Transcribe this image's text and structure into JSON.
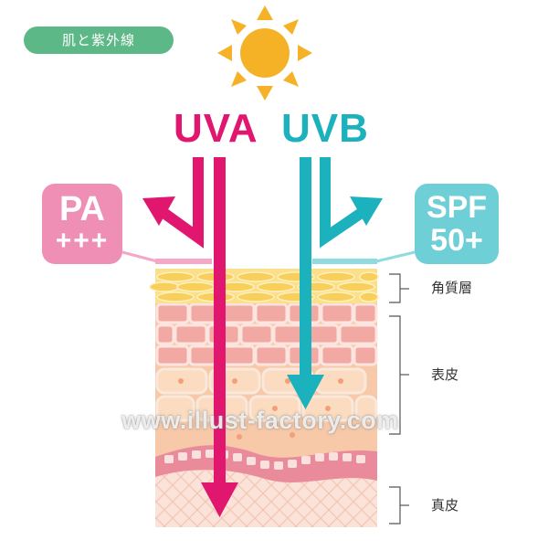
{
  "title": "肌と紫外線",
  "rays": {
    "uva": "UVA",
    "uvb": "UVB"
  },
  "badges": {
    "pa": {
      "main": "PA",
      "sub": "+++"
    },
    "spf": {
      "main": "SPF",
      "sub": "50+"
    }
  },
  "layers": {
    "stratum_corneum": "角質層",
    "epidermis": "表皮",
    "dermis": "真皮"
  },
  "watermark": "www.illust-factory.com",
  "colors": {
    "uva": "#e0166f",
    "uvb": "#1bb2be",
    "pa_badge": "#ef8fb5",
    "spf_badge": "#6fcfd6",
    "title_pill": "#5cb886",
    "sun": "#f5b227"
  }
}
